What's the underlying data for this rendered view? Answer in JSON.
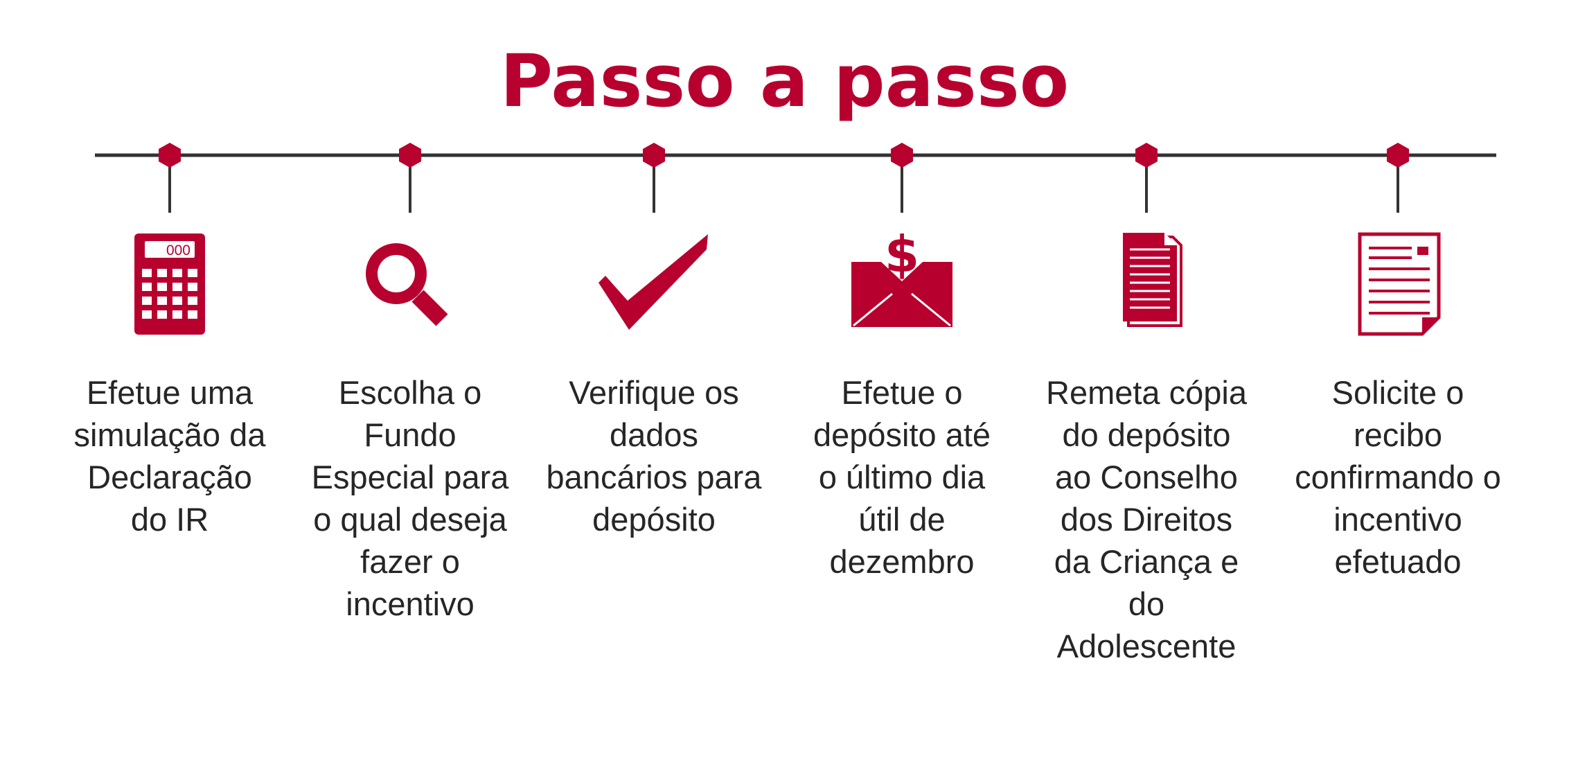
{
  "title": "Passo a passo",
  "colors": {
    "accent": "#b8002f",
    "line": "#333333",
    "text": "#262626"
  },
  "steps": [
    {
      "icon": "calculator-icon",
      "calculator_display": "000",
      "text": "Efetue uma\nsimulação da\nDeclaração\ndo IR"
    },
    {
      "icon": "magnifier-icon",
      "text": "Escolha o\nFundo\nEspecial para\no qual deseja\nfazer o\nincentivo"
    },
    {
      "icon": "checkmark-icon",
      "text": "Verifique os\ndados\nbancários para\ndepósito"
    },
    {
      "icon": "money-envelope-icon",
      "envelope_symbol": "$",
      "text": "Efetue o\ndepósito até\no último dia\nútil de\ndezembro"
    },
    {
      "icon": "document-copies-icon",
      "text": "Remeta cópia\ndo depósito\nao Conselho\ndos Direitos\nda Criança e\ndo\nAdolescente"
    },
    {
      "icon": "receipt-icon",
      "text": "Solicite o\nrecibo\nconfirmando o\nincentivo\nefetuado"
    }
  ]
}
